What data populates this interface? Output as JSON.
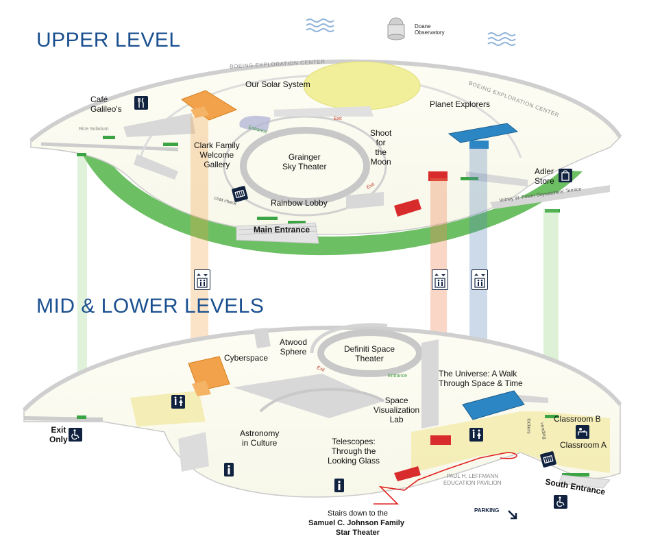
{
  "titles": {
    "upper": "UPPER LEVEL",
    "lower": "MID & LOWER LEVELS"
  },
  "upper": {
    "doane": "Doane\nObservatory",
    "boeing_left": "BOEING EXPLORATION CENTER",
    "boeing_right": "BOEING EXPLORATION CENTER",
    "solar_system": "Our Solar System",
    "planet_explorers": "Planet Explorers",
    "cafe": "Café\nGalileo's",
    "rice_solarium": "Rice Solarium",
    "clark": "Clark Family\nWelcome\nGallery",
    "grainger": "Grainger\nSky Theater",
    "shoot": "Shoot\nfor\nthe\nMoon",
    "adler_store": "Adler\nStore",
    "rainbow": "Rainbow Lobby",
    "coat_check": "coat check",
    "main_entrance": "Main Entrance",
    "terrace": "Volney W. Foster Skywatchers' Terrace",
    "exit_top": "Exit",
    "exit_right": "Exit",
    "entrance_left": "Entrance"
  },
  "lower": {
    "cyberspace": "Cyberspace",
    "atwood": "Atwood\nSphere",
    "definiti": "Definiti Space\nTheater",
    "universe": "The Universe: A Walk\nThrough Space & Time",
    "space_vis": "Space\nVisualization\nLab",
    "astronomy": "Astronomy\nin Culture",
    "telescopes": "Telescopes:\nThrough the\nLooking Glass",
    "classroom_b": "Classroom B",
    "classroom_a": "Classroom A",
    "exit_only": "Exit\nOnly",
    "pavilion": "PAUL H. LEFFMANN\nEDUCATION PAVILION",
    "south_entrance": "South Entrance",
    "parking": "PARKING",
    "lockers": "lockers",
    "vending": "vending",
    "exit_theater": "Exit",
    "entrance_theater": "Entrance",
    "stairs_line1": "Stairs down to the",
    "stairs_line2": "Samuel C. Johnson Family",
    "stairs_line3": "Star Theater"
  },
  "colors": {
    "title_blue": "#1a4f8f",
    "floor": "#fbfbf0",
    "wall": "#d6d6d6",
    "green_ring": "#6cbf63",
    "orange": "#f2a24a",
    "red": "#d82c2c",
    "blue": "#2c86c4",
    "icon_navy": "#10223f",
    "yellow_dome": "#f1ef9a",
    "pavilion_yellow": "#f3eaa7"
  },
  "icons": [
    "waves-icon",
    "observatory-icon",
    "cafe-icon",
    "store-icon",
    "ticket-icon",
    "elevator-icon",
    "restroom-icon",
    "accessible-icon",
    "classroom-icon",
    "parking-arrow-icon"
  ]
}
